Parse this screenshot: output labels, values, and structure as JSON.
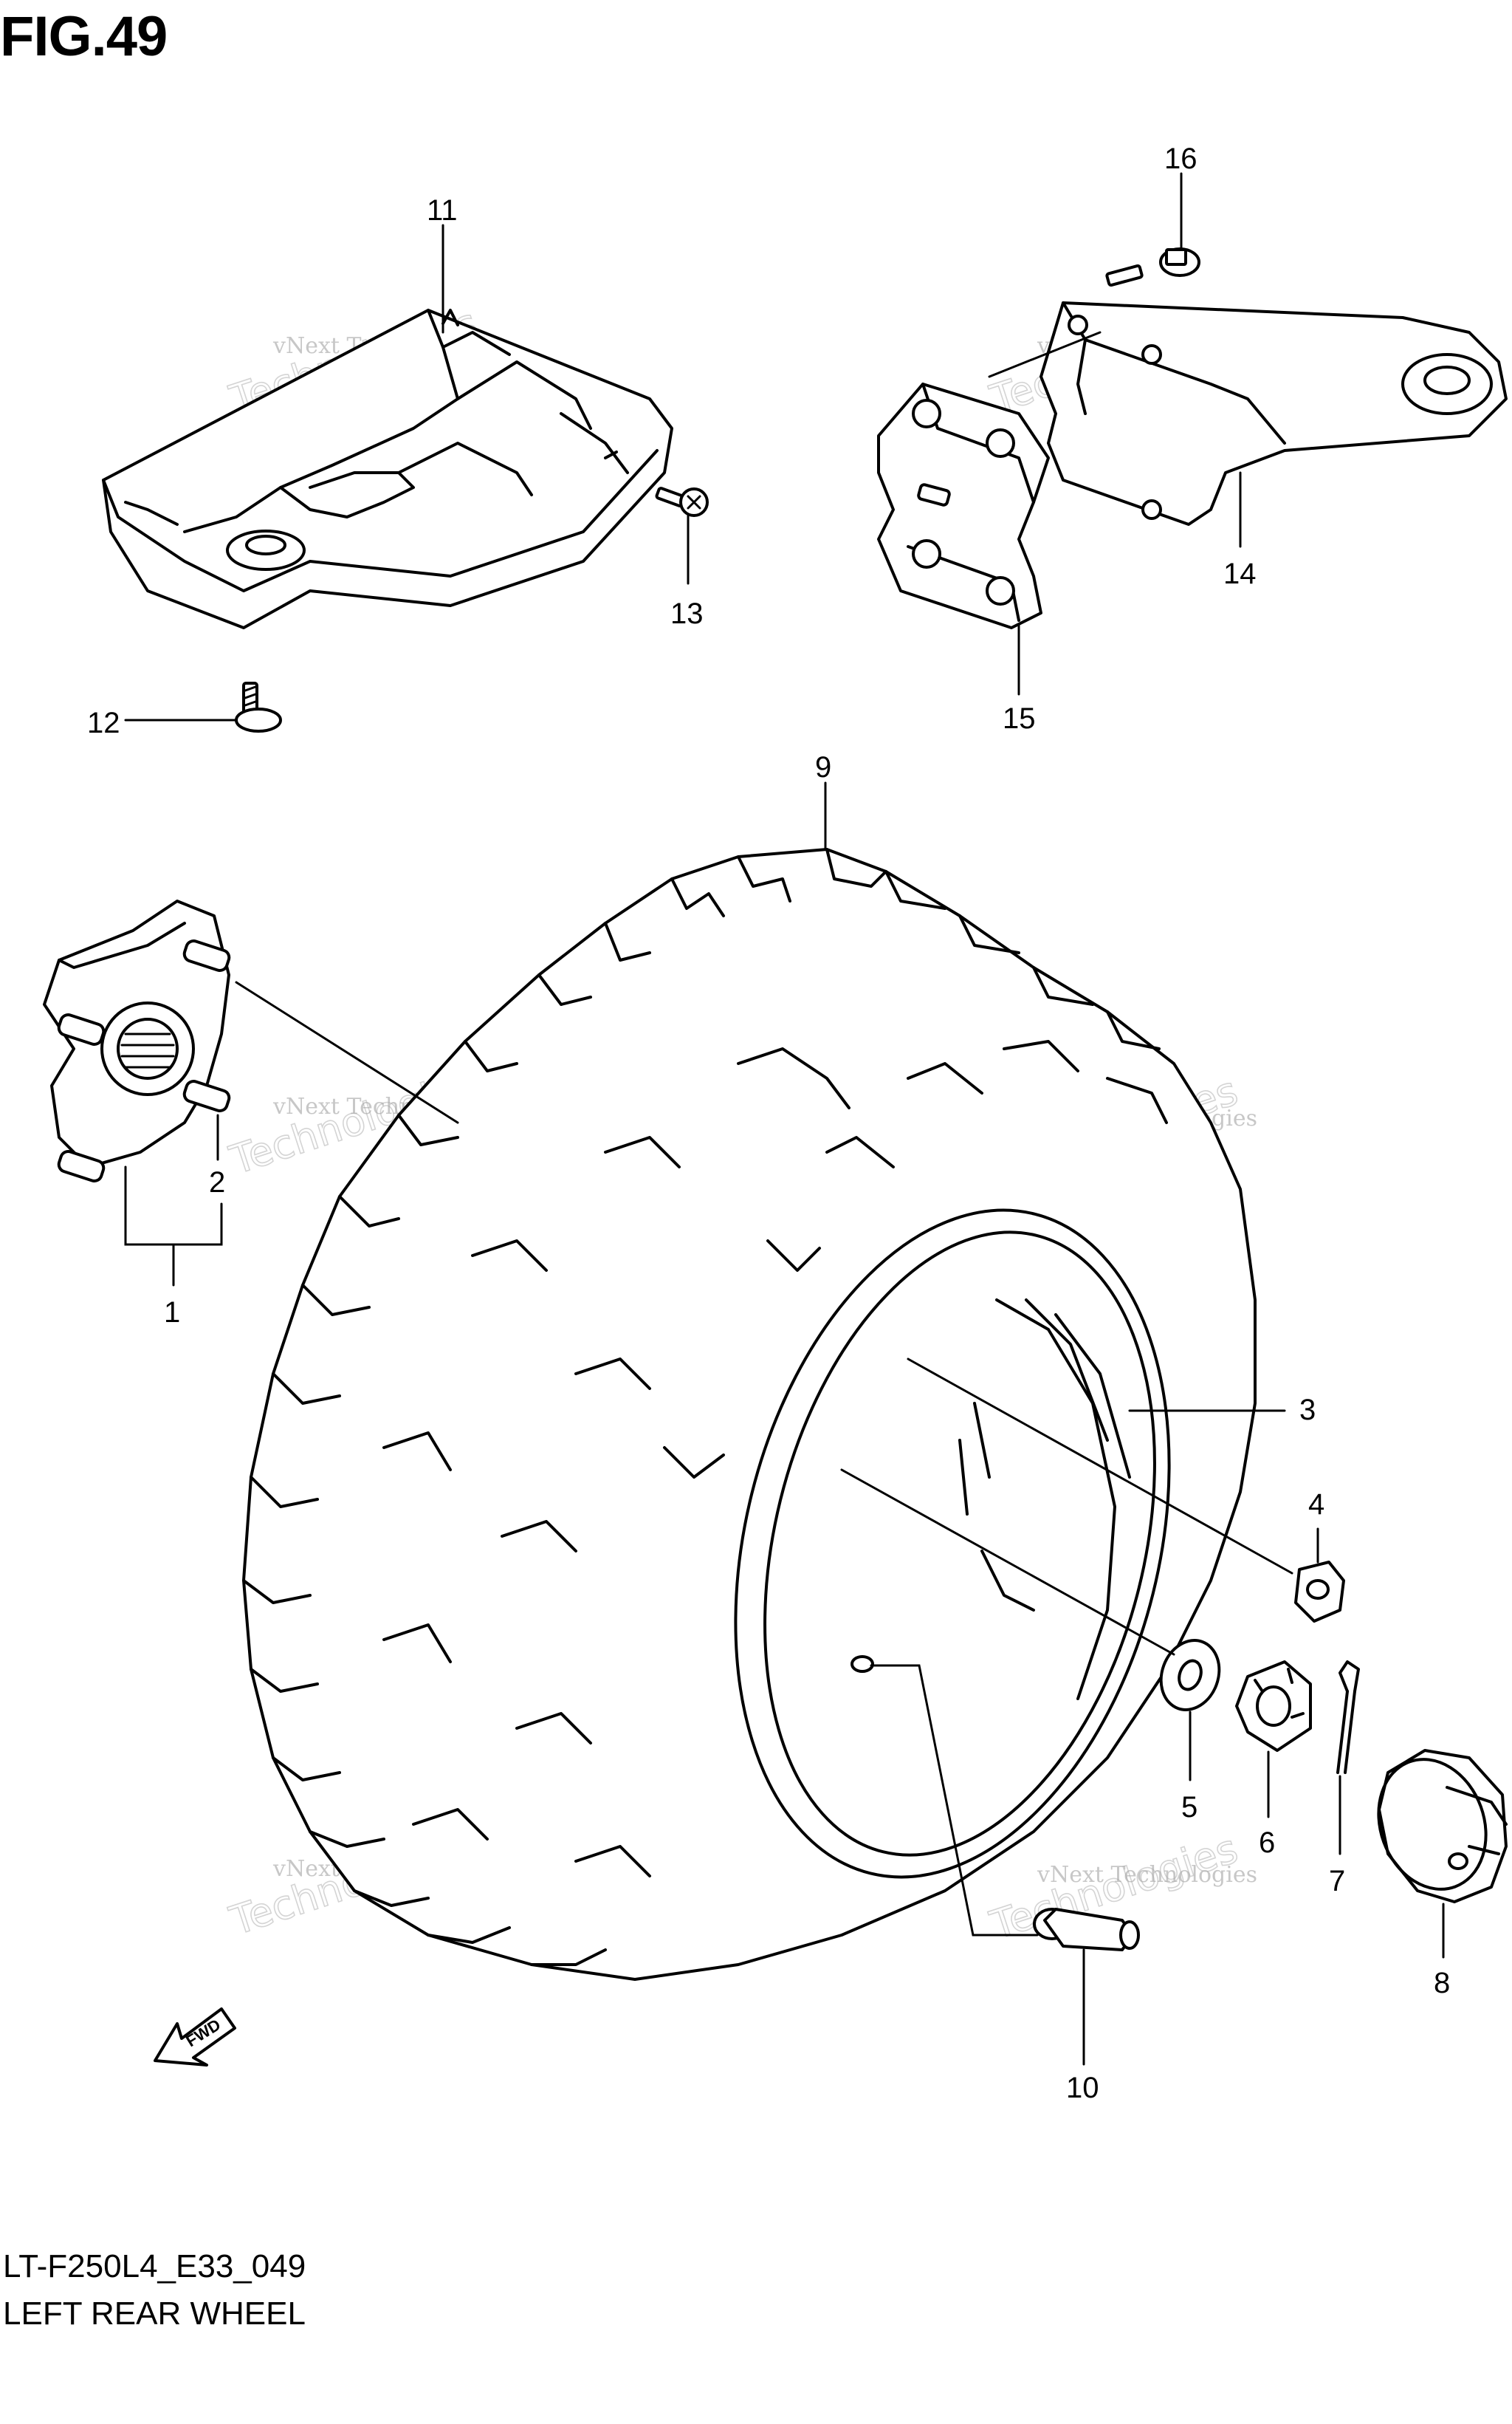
{
  "figure_title": "FIG.49",
  "drawing_code": "LT-F250L4_E33_049",
  "drawing_name": "LEFT REAR WHEEL",
  "fwd_arrow_label": "FWD",
  "watermark": {
    "line1": "vNext Technologies",
    "big": "Technologies",
    "small": "vNext"
  },
  "callouts": [
    {
      "id": "c1",
      "label": "1"
    },
    {
      "id": "c2",
      "label": "2"
    },
    {
      "id": "c3",
      "label": "3"
    },
    {
      "id": "c4",
      "label": "4"
    },
    {
      "id": "c5",
      "label": "5"
    },
    {
      "id": "c6",
      "label": "6"
    },
    {
      "id": "c7",
      "label": "7"
    },
    {
      "id": "c8",
      "label": "8"
    },
    {
      "id": "c9",
      "label": "9"
    },
    {
      "id": "c10",
      "label": "10"
    },
    {
      "id": "c11",
      "label": "11"
    },
    {
      "id": "c12",
      "label": "12"
    },
    {
      "id": "c13",
      "label": "13"
    },
    {
      "id": "c14",
      "label": "14"
    },
    {
      "id": "c15",
      "label": "15"
    },
    {
      "id": "c16",
      "label": "16"
    }
  ]
}
